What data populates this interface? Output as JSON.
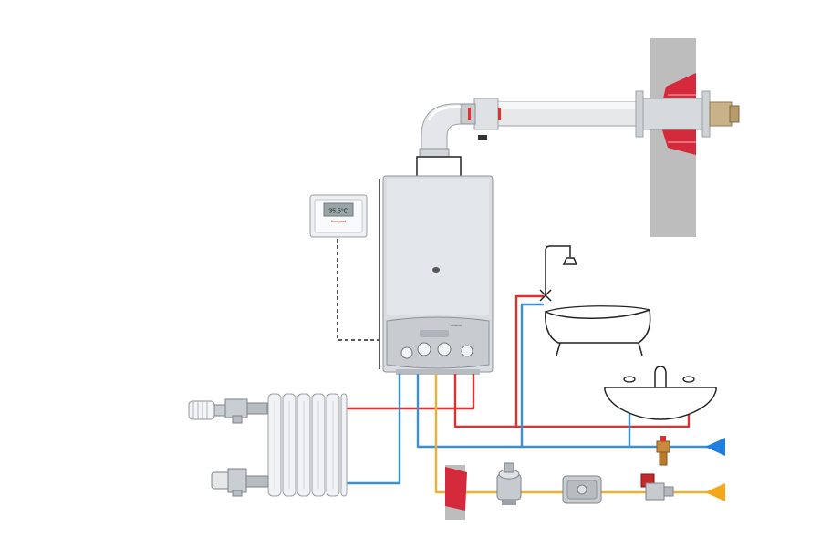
{
  "thermostat": {
    "display_text": "35.5°C",
    "brand": "Honeywell"
  },
  "boiler": {
    "brand": "ariston"
  },
  "colors": {
    "hot_water_pipe": "#e03030",
    "cold_water_pipe": "#3a8fd8",
    "gas_pipe": "#f0b030",
    "brick": "#d42a3c",
    "wall": "#bdbdbd",
    "boiler_body": "#d9dde2",
    "cold_supply_arrow": "#1f7fe0",
    "gas_supply_arrow": "#f2a818"
  },
  "icons": {
    "thermostat": "room-thermostat-icon",
    "boiler": "wall-boiler-icon",
    "radiator": "radiator-icon",
    "bathtub": "bathtub-icon",
    "shower": "shower-head-icon",
    "sink": "washbasin-icon",
    "flue": "coaxial-flue-icon",
    "gas_regulator": "gas-regulator-icon",
    "gas_meter": "gas-meter-icon",
    "gas_valve": "gas-safety-valve-icon",
    "water_filter": "water-filter-icon"
  }
}
